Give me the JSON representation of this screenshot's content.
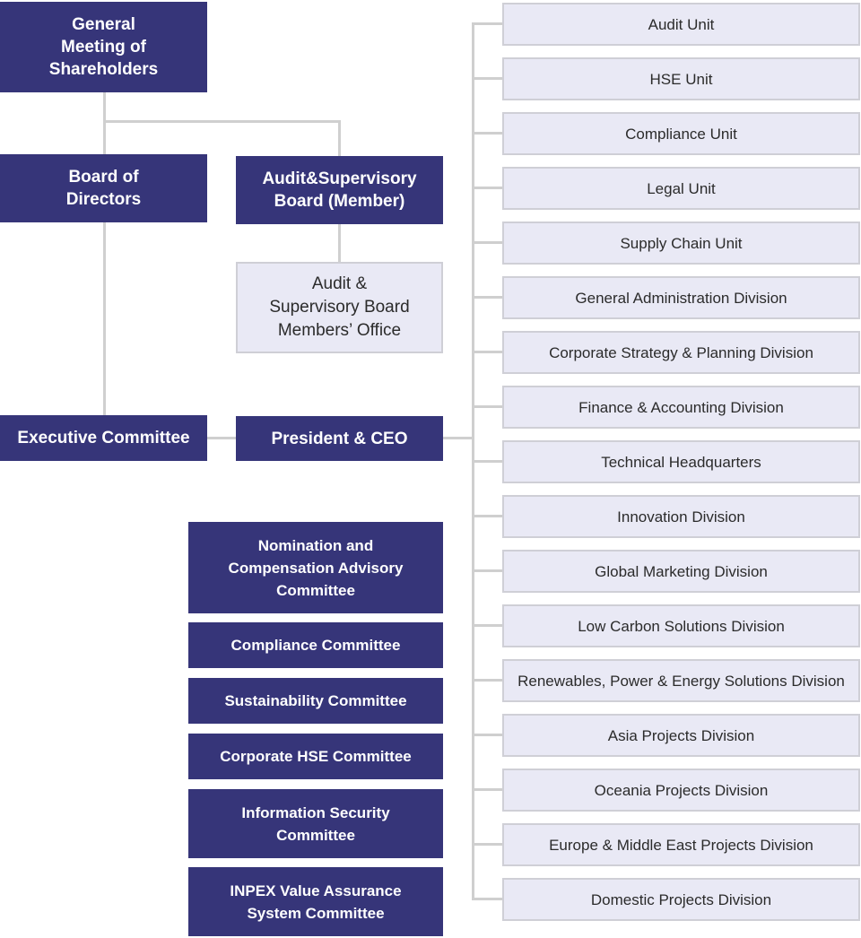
{
  "governance": {
    "general_meeting": "General\nMeeting of\nShareholders",
    "board_of_directors": "Board of\nDirectors",
    "audit_supervisory_board": "Audit&Supervisory\nBoard (Member)",
    "audit_office": "Audit &\nSupervisory Board\nMembers’ Office",
    "executive_committee": "Executive Committee",
    "president_ceo": "President & CEO"
  },
  "committees": [
    "Nomination and\nCompensation Advisory\nCommittee",
    "Compliance Committee",
    "Sustainability Committee",
    "Corporate HSE Committee",
    "Information Security\nCommittee",
    "INPEX Value Assurance\nSystem  Committee"
  ],
  "units": [
    "Audit Unit",
    "HSE Unit",
    "Compliance Unit",
    "Legal Unit",
    "Supply Chain Unit",
    "General Administration Division",
    "Corporate Strategy & Planning Division",
    "Finance & Accounting Division",
    "Technical Headquarters",
    "Innovation Division",
    "Global Marketing Division",
    "Low Carbon Solutions Division",
    "Renewables, Power & Energy Solutions Division",
    "Asia Projects Division",
    "Oceania Projects Division",
    "Europe & Middle East Projects Division",
    "Domestic Projects Division"
  ],
  "colors": {
    "dark_box": "#363579",
    "light_box": "#e9e9f5",
    "connector": "#cfcfcf"
  }
}
